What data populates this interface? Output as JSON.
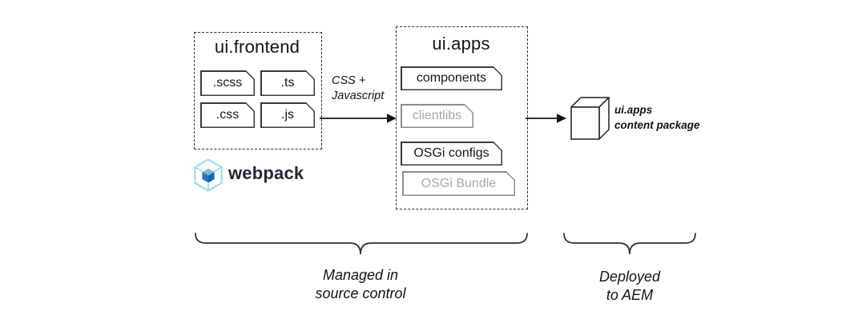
{
  "frontend": {
    "title": "ui.frontend",
    "files": [
      ".scss",
      ".ts",
      ".css",
      ".js"
    ]
  },
  "webpack": {
    "label": "webpack"
  },
  "flow_label": {
    "line1": "CSS +",
    "line2": "Javascript"
  },
  "apps": {
    "title": "ui.apps",
    "items": [
      {
        "label": "components",
        "muted": false
      },
      {
        "label": "clientlibs",
        "muted": true
      },
      {
        "label": "OSGi configs",
        "muted": false
      },
      {
        "label": "OSGi Bundle",
        "muted": true
      }
    ]
  },
  "package_label": {
    "line1": "ui.apps",
    "line2": "content package"
  },
  "captions": {
    "managed": {
      "line1": "Managed in",
      "line2": "source control"
    },
    "deployed": {
      "line1": "Deployed",
      "line2": "to AEM"
    }
  },
  "colors": {
    "stroke": "#1f1f1f",
    "muted_text": "#a8a8a8",
    "muted_border": "#8d8d8d",
    "webpack_light": "#8ED6FB",
    "webpack_dark": "#1C78C0"
  }
}
